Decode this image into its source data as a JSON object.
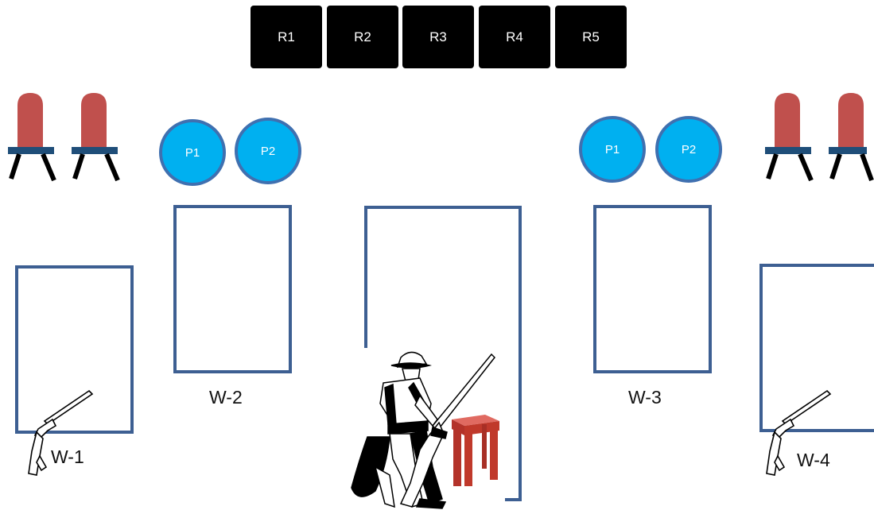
{
  "reader_boxes": [
    "R1",
    "R2",
    "R3",
    "R4",
    "R5"
  ],
  "left_discs": [
    "P1",
    "P2"
  ],
  "right_discs": [
    "P1",
    "P2"
  ],
  "window_labels": [
    "W-1",
    "W-2",
    "W-3",
    "W-4"
  ],
  "icons": {
    "chair": "chair-icon",
    "rifle": "rifle-icon",
    "gunman": "gunman-figure-icon",
    "table": "table-icon"
  },
  "colors": {
    "box": "#000000",
    "disc_fill": "#00b0f0",
    "disc_border": "#3f70b0",
    "window_border": "#3d5f92",
    "chair_back": "#c0504d",
    "chair_seat": "#1f4e79",
    "table": "#c0392b"
  }
}
